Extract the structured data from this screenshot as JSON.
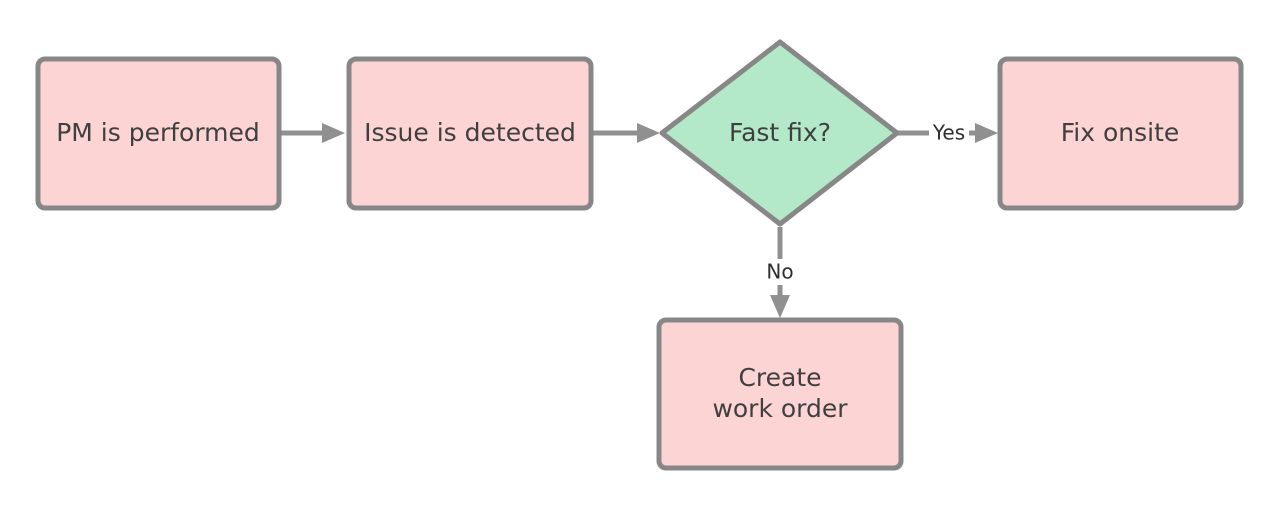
{
  "diagram": {
    "nodes": [
      {
        "id": "pm",
        "shape": "process",
        "lines": [
          "PM is performed"
        ]
      },
      {
        "id": "issue",
        "shape": "process",
        "lines": [
          "Issue is detected"
        ]
      },
      {
        "id": "fast_fix",
        "shape": "decision",
        "lines": [
          "Fast fix?"
        ]
      },
      {
        "id": "fix_onsite",
        "shape": "process",
        "lines": [
          "Fix onsite"
        ]
      },
      {
        "id": "work_order",
        "shape": "process",
        "lines": [
          "Create",
          "work order"
        ]
      }
    ],
    "edges": [
      {
        "from": "pm",
        "to": "issue",
        "label": ""
      },
      {
        "from": "issue",
        "to": "fast_fix",
        "label": ""
      },
      {
        "from": "fast_fix",
        "to": "fix_onsite",
        "label": "Yes"
      },
      {
        "from": "fast_fix",
        "to": "work_order",
        "label": "No"
      }
    ],
    "colors": {
      "process_fill": "#fdd4d4",
      "decision_fill": "#b3e9c8",
      "border": "#878787",
      "connector": "#909090",
      "text": "#3f3f3f"
    }
  }
}
